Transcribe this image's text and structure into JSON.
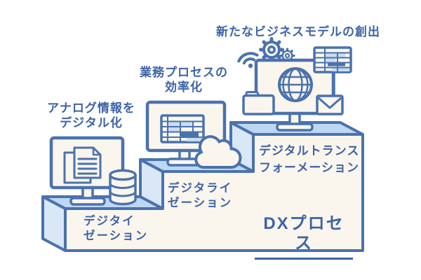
{
  "colors": {
    "background": "#ffffff",
    "outline": "#4a72ae",
    "text": "#3d63a8",
    "surface": "#faf6ed",
    "face_top": "#bed7f2",
    "face_side": "#d9e7f7",
    "cell_light": "#c9ddf3"
  },
  "diagram": {
    "process_label": "DXプロセス",
    "steps": [
      {
        "name": "digitization",
        "caption": "アナログ情報を\nデジタル化",
        "label": "デジタイ\nゼーション"
      },
      {
        "name": "digitalization",
        "caption": "業務プロセスの\n効率化",
        "label": "デジタライ\nゼーション"
      },
      {
        "name": "digital-transformation",
        "caption": "新たなビジネスモデルの創出",
        "label": "デジタルトランス\nフォーメーション"
      }
    ],
    "icons": [
      "monitor-icon",
      "documents-icon",
      "database-icon",
      "spreadsheet-icon",
      "cloud-icon",
      "wifi-icon",
      "gears-icon",
      "globe-icon",
      "table-icon",
      "folder-icon",
      "envelope-icon"
    ]
  }
}
